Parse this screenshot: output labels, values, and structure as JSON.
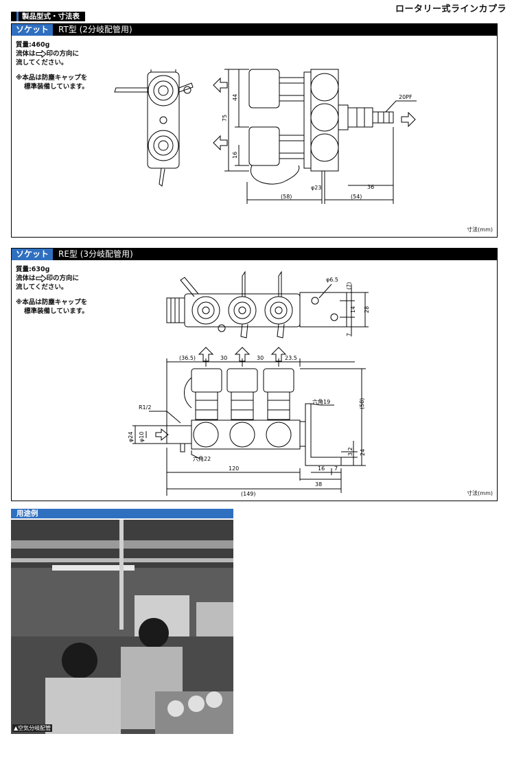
{
  "header": {
    "brand": "ロータリー式ラインカプラ",
    "section": "製品型式・寸法表"
  },
  "rt": {
    "chip": "ソケット",
    "title": "RT型 (2分岐配管用)",
    "mass": "質量:460g",
    "flow1": "流体は",
    "flow1b": "印の方向に",
    "flow2": "流してください。",
    "note1": "※本品は防塵キャップを",
    "note2": "標準装備しています。",
    "dims": {
      "h75": "75",
      "h44": "44",
      "h16": "16",
      "d23": "φ23",
      "w36": "36",
      "w58": "(58)",
      "w54": "(54)",
      "pf": "20PF"
    },
    "unit": "寸法(mm)"
  },
  "re": {
    "chip": "ソケット",
    "title": "RE型 (3分岐配管用)",
    "mass": "質量:630g",
    "flow1": "流体は",
    "flow1b": "印の方向に",
    "flow2": "流してください。",
    "note1": "※本品は防塵キャップを",
    "note2": "標準装備しています。",
    "dims": {
      "d65": "φ6.5",
      "v7a": "(7)",
      "v14": "14",
      "v28": "28",
      "v7b": "7",
      "t365": "(36.5)",
      "t30a": "30",
      "t30b": "30",
      "t235": "23.5",
      "r12": "R1/2",
      "hex19": "六角19",
      "hex22": "六角22",
      "d24": "φ24",
      "d10": "φ10",
      "v58": "(58)",
      "v32": "3.2",
      "v24": "24",
      "w120": "120",
      "w16": "16",
      "w7": "7",
      "w38": "38",
      "w149": "(149)"
    },
    "unit": "寸法(mm)"
  },
  "usage": {
    "title": "用途例",
    "caption": "▲空気分岐配管"
  }
}
